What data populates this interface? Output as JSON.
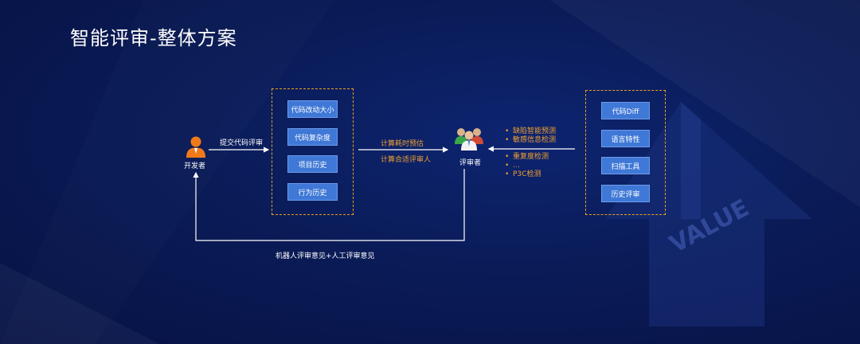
{
  "title": "智能评审-整体方案",
  "developer": {
    "label": "开发者"
  },
  "reviewer": {
    "label": "评审者"
  },
  "submit_label": "提交代码评审",
  "feedback_label": "机器人评审意见+人工评审意见",
  "left_boxes": [
    "代码改动大小",
    "代码复杂度",
    "项目历史",
    "行为历史"
  ],
  "middle_labels": [
    "计算耗时预估",
    "计算合适评审人"
  ],
  "right_bullets": [
    "缺陷智能预测",
    "敏感信息检测",
    "重复度检测",
    "…",
    "P3C检测"
  ],
  "right_boxes": [
    "代码Diff",
    "语言特性",
    "扫描工具",
    "历史评审"
  ],
  "watermark": "VALUE",
  "colors": {
    "accent": "#e8a21c",
    "box": "#3f78d6",
    "text_orange": "#f0a030"
  }
}
